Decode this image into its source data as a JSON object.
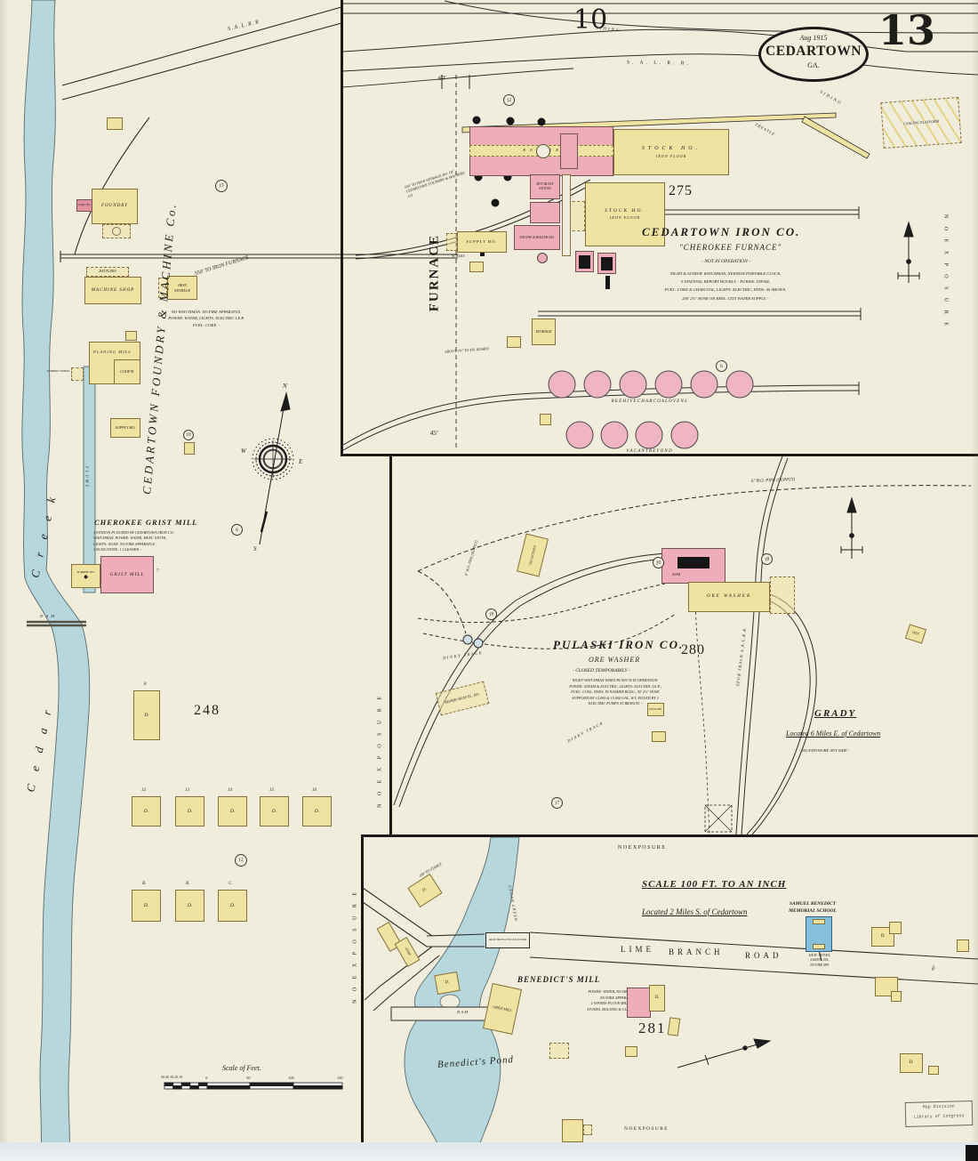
{
  "colors": {
    "paper": "#f1eddd",
    "building_yellow": "#efe3a1",
    "building_pink": "#efadba",
    "water_blue": "#b6d8dc",
    "school_blue": "#85c0da",
    "line": "#2e2c28"
  },
  "sheet": {
    "number": "13",
    "date": "Aug 1915",
    "city": "CEDARTOWN",
    "state": "GA.",
    "adjacent_sheet": "10",
    "scale_label": "Scale of Feet.",
    "scale_left_ticks": [
      "50",
      "40",
      "30",
      "20",
      "10"
    ],
    "scale_main_ticks": [
      "0",
      "50",
      "100",
      "150"
    ],
    "stamp_line1": "Map Division",
    "stamp_line2": "Library of Congress"
  },
  "rr": {
    "sal_spaced": "S.  A.  L.  R.  R.",
    "sal_left": "S.A.L.R.R",
    "siding": "SIDING",
    "siding2": "SIDING",
    "trestle": "TRESTLE",
    "to_furnace": "550' TO IRON FURNACE",
    "to_storage": "550' TO IRON STORAGE HO. OF CEDARTOWN FOUNDRY & MACHINE CO.",
    "spur": "SPUR TRACK S.A.L.R.R.",
    "dinky": "DINKY TRACK"
  },
  "furnace": {
    "company": "CEDARTOWN   IRON   CO.",
    "subtitle": "\"CHEROKEE  FURNACE\"",
    "status": "- NOT IN OPERATION -",
    "note1": "NIGHT & SUNDAY WATCHMAN, NEWMAN PORTABLE CLOCK,",
    "note2": "5 STATIONS, REPORT HOURLY.   -    POWER: STEAM,",
    "note3": "FUEL: COKE & CHARCOAL, LIGHTS: ELECTRIC, HYDS. AS SHOWN.",
    "note4": "200' 2½\" HOSE ON REEL.  CITY WATER SUPPLY. -",
    "block": "275",
    "furnace_label": "FURNACE",
    "dim60": "60'",
    "dim45": "45'",
    "stock_house": "STOCK  HO.",
    "iron_floor": "IRON FLOOR",
    "boiler": "B O I L E R",
    "hot_blast": "HOT BLAST STOVES",
    "engine": "ENGINE & BOILER HO.",
    "storage": "STORAGE",
    "scales": "SCALES",
    "supply_house": "SUPPLY  HO.",
    "coaling_platform": "COALING PLATFORM",
    "about_note": "ABOUT 2'6\" TO FR. BOARD",
    "no_exposure": "N O    E X P O S U R E",
    "ovens": "B E E H I V E      C H A R C O A L      O V E N S",
    "vacant": "V A C A N T        B E Y O N D",
    "marker12": "12",
    "marker6": "6"
  },
  "foundry": {
    "company": "CEDARTOWN   FOUNDRY   &   MACHINE   Co.",
    "foundry": "FOUNDRY",
    "coal_house": "COAL HO.",
    "machine_shop": "MACHINE  SHOP",
    "rattlers": "RATTLERS",
    "iron_storage": "IRON STORAGE",
    "planing_mill": "PLANING  MILL",
    "coopers": "COOP'R.",
    "supply_house": "SUPPLY HO.",
    "turbine_wheel": "TURBINE WHEEL",
    "note1": "NO WATCHMAN.  NO FIRE APPARATUS.",
    "note2": "POWER: WATER,  LIGHTS: ELECTRIC I.E.P.",
    "note3": "FUEL: COKE. -",
    "marker13": "13",
    "marker10": "10"
  },
  "grist": {
    "title": "CHEROKEE  GRIST  MILL",
    "note1": "1 STATION PUNCHED BY CEDARTOWN IRON CO.",
    "note2": "WATCHMAN.  POWER: WATER,  HEAT: STOVE,",
    "note3": "LIGHTS: NONE.  NO FIRE APPARATUS.",
    "note4": "3 RUNS STONE,  1 CLEANER. -",
    "building": "GRIST  MILL",
    "turbine_house": "TURBINE HO.",
    "wheel_glyph": "✸",
    "height": "7",
    "marker6": "6"
  },
  "creek": {
    "cedar": "C e d a r",
    "creek": "C r e e k",
    "flume": "FLUME",
    "dam": "D A M"
  },
  "block248": {
    "number": "248",
    "dwelling": "D.",
    "tall_num": "8",
    "row_nums": [
      "12",
      "13",
      "14",
      "15",
      "16"
    ],
    "row2_nums": [
      "B.",
      "B.",
      "C."
    ],
    "marker12": "12"
  },
  "pulaski": {
    "company": "PULASKI   IRON   CO.",
    "subtitle": "ORE  WASHER",
    "status": "- CLOSED  TEMPORARILY -",
    "note1": "NIGHT WATCHMAN WHEN PLANT IS IN OPERATION.",
    "note2": "POWER: STEAM & ELECTRIC, LIGHTS: ELECTRIC I.E.P.,",
    "note3": "FUEL: COAL.  HYDS. IN WASHER BLDG.,  50' 2½\" HOSE",
    "note4": "SUPPLIED BY 12,000 & 15,000 GAL. W.T. FILLED BY 2",
    "note5": "ELECTRIC PUMPS AT BRANCH. -",
    "block": "280",
    "washer": "ORE  WASHER",
    "freight": "FREIGHT HO.",
    "repair": "REPAIR SHOP EL. HO.",
    "tool": "TOOL HO.",
    "office": "OFF.",
    "dam": "DAM",
    "pipe": "6\" B.O. PIPE (SUPPLY)",
    "pipe2": "6\" B.O. PIPE (SUPPLY)",
    "no_exposure": "N O   E X P O S U R E",
    "marker20": "20",
    "marker18": "18",
    "marker19": "19",
    "marker17": "17"
  },
  "grady": {
    "title": "GRADY",
    "located": "Located 6 Miles E. of Cedartown",
    "note": "- NO EXPOSURE ANY SIDE -"
  },
  "bottom": {
    "no_exposure_top": "N O        E X P O S U R E",
    "no_exposure_bottom": "N O      E X P O S U R E",
    "no_exposure_left": "N O   E X P O S U R E",
    "scale_note": "SCALE 100 FT. TO AN INCH",
    "located": "Located 2 Miles S. of Cedartown",
    "road_lime": "LIME",
    "road_branch": "BRANCH",
    "road_road": "ROAD",
    "road_width": "40'",
    "cedar_creek": "CEDAR  CREEK",
    "pond": "Benedict's  Pond",
    "mill_title": "BENEDICT'S  MILL",
    "mill_note1": "POWER: WATER,  NO HEAT & LIGHT,",
    "mill_note2": "NO FIRE APPARATUS,",
    "mill_note3": "2 STANDS FLOUR MILLS, 2 RUNS",
    "mill_note4": "STONES, BOLTING & CLEANERS 2D. -",
    "grist": "GRIST MILL",
    "dam": "D A M",
    "block": "281",
    "school1": "SAMUEL BENEDICT",
    "school2": "MEMORIAL SCHOOL",
    "school_note1": "HEAT: STOVES,",
    "school_note2": "LIGHTS: OIL,",
    "school_note3": "NO FIRE APP.",
    "store": "STORE",
    "stable_note": "100' TO STABLE",
    "bridge": "IRON TRUSS FENCED FLOOR",
    "dwelling": "D."
  }
}
